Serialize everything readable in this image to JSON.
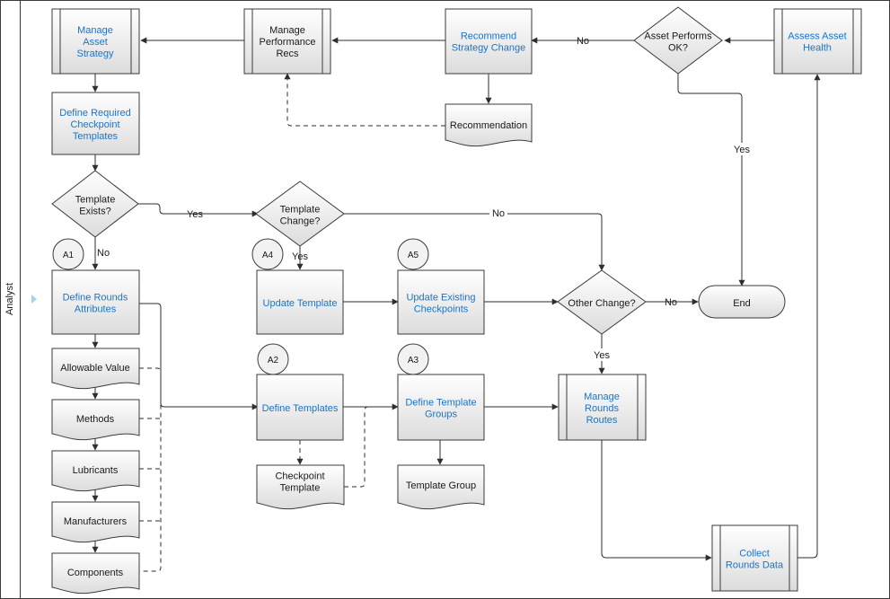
{
  "lane": {
    "label": "Analyst"
  },
  "nodes": {
    "manage_asset_strategy": {
      "lines": [
        "Manage",
        "Asset",
        "Strategy"
      ]
    },
    "manage_performance_recs": {
      "lines": [
        "Manage",
        "Performance",
        "Recs"
      ]
    },
    "recommend_strategy_change": {
      "lines": [
        "Recommend",
        "Strategy Change"
      ]
    },
    "asset_performs_ok": {
      "lines": [
        "Asset Performs",
        "OK?"
      ]
    },
    "assess_asset_health": {
      "lines": [
        "Assess Asset",
        "Health"
      ]
    },
    "define_required_checkpoint_templates": {
      "lines": [
        "Define Required",
        "Checkpoint",
        "Templates"
      ]
    },
    "recommendation": {
      "lines": [
        "Recommendation"
      ]
    },
    "template_exists": {
      "lines": [
        "Template",
        "Exists?"
      ]
    },
    "template_change": {
      "lines": [
        "Template",
        "Change?"
      ]
    },
    "define_rounds_attributes": {
      "lines": [
        "Define Rounds",
        "Attributes"
      ]
    },
    "update_template": {
      "lines": [
        "Update Template"
      ]
    },
    "update_existing_checkpoints": {
      "lines": [
        "Update Existing",
        "Checkpoints"
      ]
    },
    "other_change": {
      "lines": [
        "Other Change?"
      ]
    },
    "end": {
      "lines": [
        "End"
      ]
    },
    "allowable_value": {
      "lines": [
        "Allowable Value"
      ]
    },
    "methods": {
      "lines": [
        "Methods"
      ]
    },
    "lubricants": {
      "lines": [
        "Lubricants"
      ]
    },
    "manufacturers": {
      "lines": [
        "Manufacturers"
      ]
    },
    "components": {
      "lines": [
        "Components"
      ]
    },
    "define_templates": {
      "lines": [
        "Define Templates"
      ]
    },
    "define_template_groups": {
      "lines": [
        "Define Template",
        "Groups"
      ]
    },
    "manage_rounds_routes": {
      "lines": [
        "Manage",
        "Rounds",
        "Routes"
      ]
    },
    "checkpoint_template": {
      "lines": [
        "Checkpoint",
        "Template"
      ]
    },
    "template_group": {
      "lines": [
        "Template Group"
      ]
    },
    "collect_rounds_data": {
      "lines": [
        "Collect",
        "Rounds Data"
      ]
    }
  },
  "markers": {
    "a1": "A1",
    "a2": "A2",
    "a3": "A3",
    "a4": "A4",
    "a5": "A5"
  },
  "edge_labels": {
    "asset_no": "No",
    "asset_yes": "Yes",
    "exists_yes": "Yes",
    "exists_no": "No",
    "change_yes": "Yes",
    "change_no": "No",
    "other_no": "No",
    "other_yes": "Yes"
  },
  "colors": {
    "link_text": "#1a74c8",
    "shape_fill_top": "#ffffff",
    "shape_fill_bottom": "#dcdcdc",
    "border": "#3a3a3a",
    "lane_marker": "#a8d3ee"
  }
}
